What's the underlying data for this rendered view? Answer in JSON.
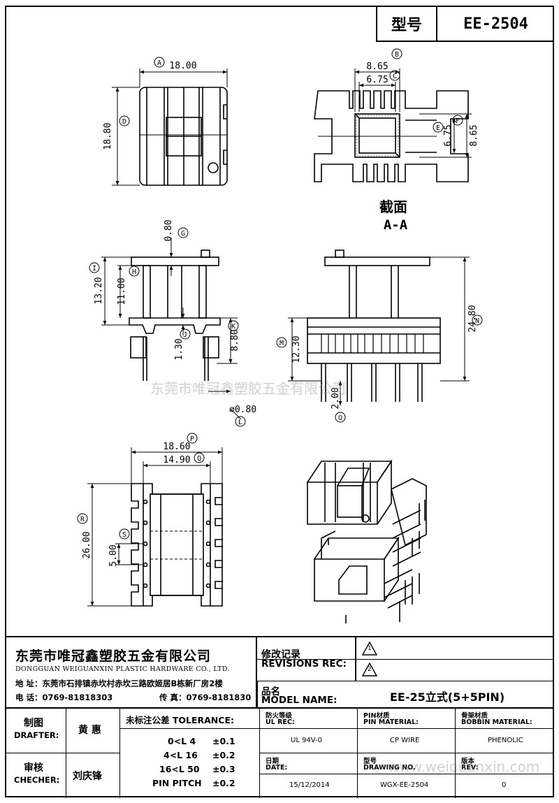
{
  "header": {
    "label": "型号",
    "model": "EE-2504"
  },
  "section_label": {
    "line1": "截面",
    "line2": "A-A"
  },
  "dims": {
    "A": "A",
    "B": "B",
    "C": "C",
    "D": "D",
    "E": "E",
    "F": "F",
    "G": "G",
    "H": "H",
    "I": "I",
    "J": "J",
    "K": "K",
    "L": "L",
    "M": "M",
    "N": "N",
    "O": "O",
    "P": "P",
    "Q": "Q",
    "R": "R",
    "S": "S",
    "w18": "18.00",
    "h18_8": "18.80",
    "d8_65a": "8.65",
    "d6_75a": "6.75",
    "d6_75b": "6.75",
    "d8_65b": "8.65",
    "d0_80": "0.80",
    "d13_20": "13.20",
    "d11_00": "11.00",
    "d1_30": "1.30",
    "d8_80": "8.80",
    "d0_80dia": "⌀0.80",
    "d24_80": "24.80",
    "d12_30": "12.30",
    "d2_00": "2.00",
    "d18_60": "18.60",
    "d14_90": "14.90",
    "d26_00": "26.00",
    "d5_00": "5.00"
  },
  "watermark": {
    "text1": "东莞市唯冠鑫塑胶五金有限公司",
    "text2": "www.weiguanxin.com"
  },
  "title_block": {
    "company_cn": "东莞市唯冠鑫塑胶五金有限公司",
    "company_en": "DONGGUAN WEIGUANXIN PLASTIC HARDWARE CO., LTD.",
    "address": "地  址：东莞市石排镇赤坎村赤坎三路欧姬居B栋新厂房2楼",
    "phone": "电  话：0769-81818303",
    "fax": "传  真：0769-8181830",
    "rev_cn": "修改记录",
    "rev_en": "REVISIONS REC:",
    "rev1": "1",
    "rev2": "2",
    "model_cn": "品名",
    "model_en": "MODEL NAME:",
    "model_value": "EE-25立式(5+5PIN)",
    "drafter_cn": "制图",
    "drafter_en": "DRAFTER:",
    "drafter_name": "黄  惠",
    "checker_cn": "审核",
    "checker_en": "CHECHER:",
    "checker_name": "刘庆锋",
    "tol_title": "未标注公差 TOLERANCE:",
    "tol_rows": [
      {
        "range": "0<L  4",
        "value": "±0.1"
      },
      {
        "range": "4<L  16",
        "value": "±0.2"
      },
      {
        "range": "16<L  50",
        "value": "±0.3"
      },
      {
        "range": "PIN PITCH",
        "value": "±0.2"
      }
    ],
    "ul_cn": "防火等级",
    "ul_en": "UL REC:",
    "ul_value": "UL 94V-0",
    "pin_cn": "PIN材质",
    "pin_en": "PIN MATERIAL:",
    "pin_value": "CP WIRE",
    "bob_cn": "骨架材质",
    "bob_en": "BOBBIN MATERIAL:",
    "bob_value": "PHENOLIC",
    "date_cn": "日期",
    "date_en": "DATE:",
    "date_value": "15/12/2014",
    "dwg_cn": "型号",
    "dwg_en": "DRAWING NO.",
    "dwg_value": "WGX-EE-2504",
    "ver_cn": "版本",
    "ver_en": "REV:",
    "ver_value": "0"
  }
}
